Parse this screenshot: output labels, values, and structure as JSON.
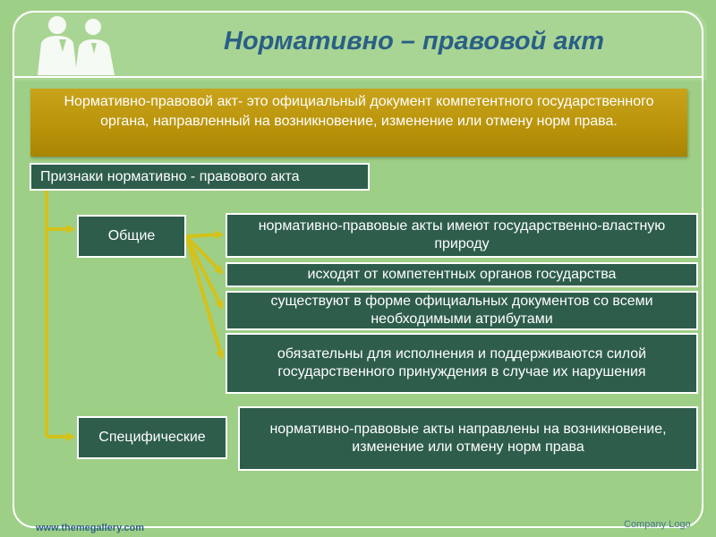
{
  "title": "Нормативно – правовой акт",
  "definition": "Нормативно-правовой акт- это официальный документ компетентного государственного органа, направленный на возникновение, изменение или отмену норм права.",
  "signs_heading": "Признаки нормативно - правового акта",
  "categories": {
    "common": {
      "label": "Общие",
      "items": [
        "нормативно-правовые акты имеют государственно-властную природу",
        "исходят от компетентных органов государства",
        "существуют в форме официальных документов со всеми необходимыми атрибутами",
        "обязательны для исполнения и поддерживаются силой государственного принуждения в случае их нарушения"
      ]
    },
    "specific": {
      "label": "Специфические",
      "items": [
        "нормативно-правовые акты направлены на возникновение, изменение или отмену норм права"
      ]
    }
  },
  "footer": {
    "url": "www.themegallery.com",
    "company_logo": "Company Logo"
  },
  "colors": {
    "background": "#9ecf86",
    "title": "#2a5f86",
    "definition_box": "#b89209",
    "box": "#2e5d4c",
    "arrow": "#d4c21a"
  },
  "icons": {
    "logo": "people-silhouette-logo"
  }
}
